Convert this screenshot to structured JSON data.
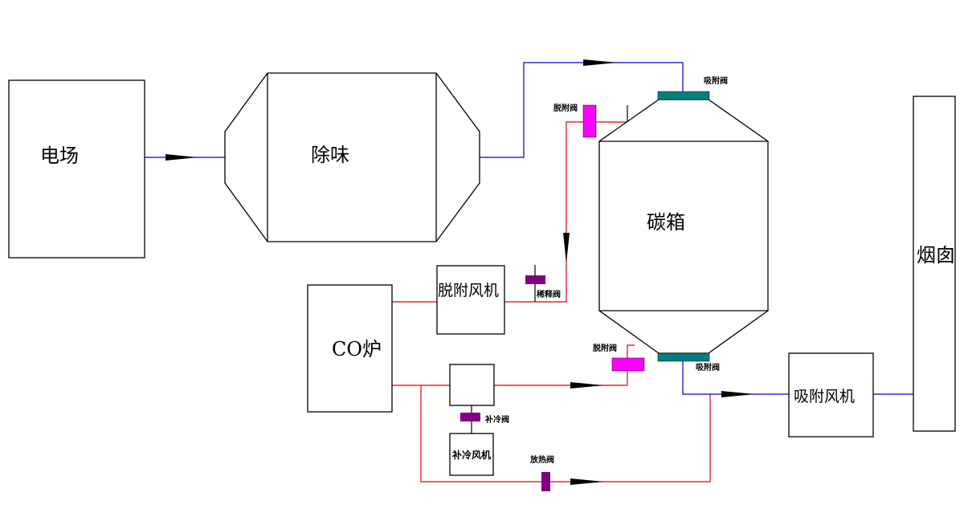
{
  "labels": {
    "electric_field": "电场",
    "deodorizer": "除味",
    "carbon_box": "碳箱",
    "chimney": "烟囱",
    "co_furnace": "CO炉",
    "desorption_fan": "脱附风机",
    "adsorption_fan": "吸附风机",
    "cooling_fan": "补冷风机",
    "adsorb_valve_top": "吸附阀",
    "adsorb_valve_bottom": "吸附阀",
    "desorb_valve_top": "脱附阀",
    "desorb_valve_bottom": "脱附阀",
    "dilution_valve": "稀释阀",
    "cooling_valve": "补冷阀",
    "heat_release_valve": "放热阀"
  },
  "colors": {
    "adsorption_line": "#0000cc",
    "desorption_line": "#e00000",
    "adsorb_valve": "#008080",
    "desorb_valve": "#ff00ff",
    "control_valve": "#800080"
  }
}
